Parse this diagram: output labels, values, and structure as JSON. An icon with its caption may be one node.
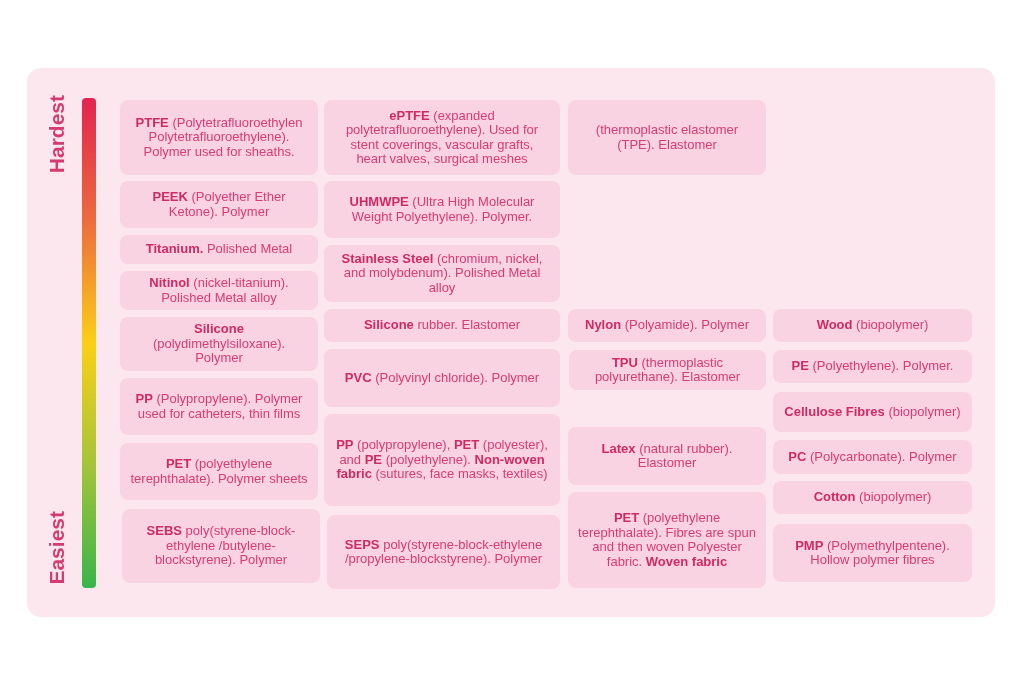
{
  "diagram": {
    "nodes": [
      {
        "text": [],
        "shape": "bar"
      },
      {
        "text": [
          "**PTFE** (Polytetrafluoroethylen Polytetrafluoroethylene). Polymer used for sheaths."
        ]
      },
      {
        "text": [
          "**PEEK** (Polyether Ether Ketone). Polymer"
        ]
      },
      {
        "text": [
          "**Titanium.** Polished Metal"
        ]
      },
      {
        "text": [
          "**Nitinol** (nickel-titanium). Polished Metal alloy"
        ]
      },
      {
        "text": [
          "**Silicone** (polydimethylsiloxane). Polymer"
        ]
      },
      {
        "text": [
          "**PP** (Polypropylene). Polymer used for catheters, thin films"
        ]
      },
      {
        "text": [
          "**PET** (polyethylene terephthalate). Polymer sheets"
        ]
      },
      {
        "text": [
          "**SEBS** poly(styrene-block-ethylene /butylene-blockstyrene). Polymer"
        ]
      },
      {
        "text": [
          "**ePTFE** (expanded polytetrafluoroethylene). Used for stent coverings, vascular grafts, heart valves, surgical meshes"
        ]
      },
      {
        "text": [
          "**UHMWPE** (Ultra High Molecular Weight Polyethylene). Polymer."
        ]
      },
      {
        "text": [
          "**Stainless Steel** (chromium, nickel, and molybdenum). Polished Metal alloy"
        ]
      },
      {
        "text": [
          "**Silicone** rubber. Elastomer"
        ]
      },
      {
        "text": [
          "**PVC** (Polyvinyl chloride). Polymer"
        ]
      },
      {
        "text": [
          "**PP** (polypropylene), **PET** (polyester), and **PE** (polyethylene). **Non-woven fabric** (sutures, face masks, textiles)"
        ]
      },
      {
        "text": [
          "**SEPS** poly(styrene-block-ethylene /propylene-blockstyrene). Polymer"
        ]
      },
      {
        "text": [
          "(thermoplastic elastomer (TPE). Elastomer"
        ]
      },
      {
        "text": [
          "**Nylon** (Polyamide). Polymer"
        ]
      },
      {
        "text": [
          "**TPU** (thermoplastic polyurethane). Elastomer"
        ]
      },
      {
        "text": [
          "**Latex** (natural rubber). Elastomer"
        ]
      },
      {
        "text": [
          "**PET** (polyethylene terephthalate). Fibres are spun and then woven Polyester fabric. **Woven fabric**"
        ]
      },
      {
        "text": [
          "**Wood** (biopolymer)"
        ]
      },
      {
        "text": [
          "**PE** (Polyethylene). Polymer."
        ]
      },
      {
        "text": [
          "**Cellulose Fibres** (biopolymer)"
        ]
      },
      {
        "text": [
          "**PC** (Polycarbonate). Polymer"
        ]
      },
      {
        "text": [
          "**Cotton** (biopolymer)"
        ]
      },
      {
        "text": [
          "**PMP** (Polymethylpentene). Hollow polymer fibres"
        ]
      }
    ],
    "edges": [],
    "labels": [
      "Hardest",
      "Easiest"
    ]
  }
}
